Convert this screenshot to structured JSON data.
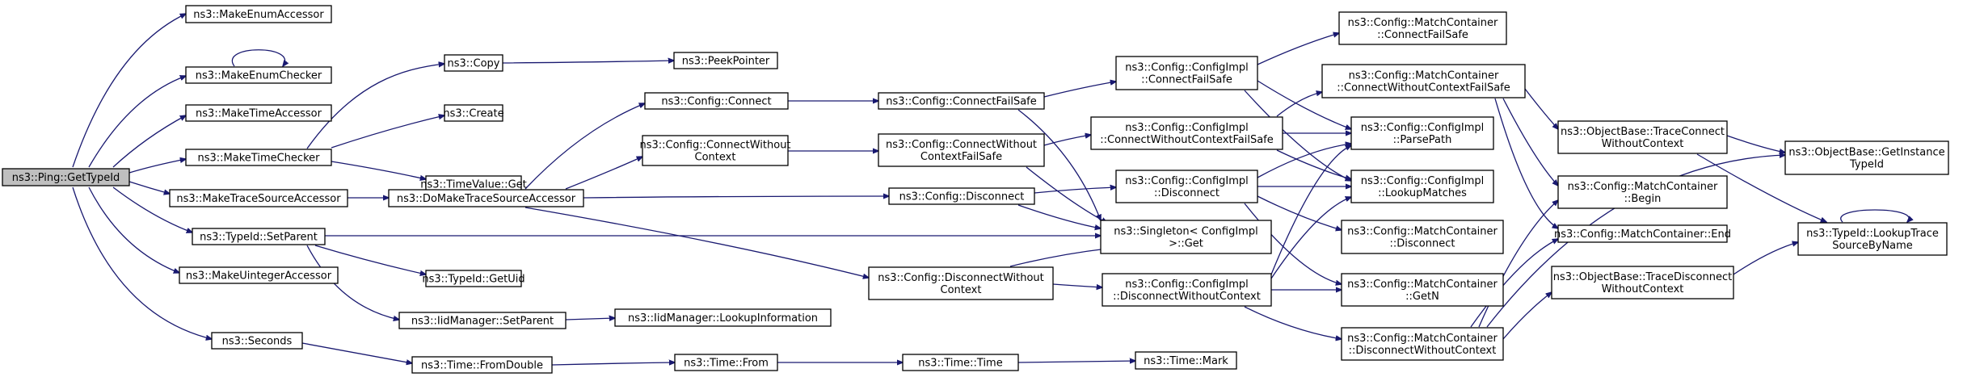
{
  "graph": {
    "colors": {
      "node_fill": "#ffffff",
      "root_fill": "#bfbfbf",
      "node_border": "#000000",
      "edge": "#191970"
    },
    "nodes": {
      "getTypeId": [
        "ns3::Ping::GetTypeId"
      ],
      "makeEnumAccessor": [
        "ns3::MakeEnumAccessor"
      ],
      "makeEnumChecker": [
        "ns3::MakeEnumChecker"
      ],
      "makeTimeAccessor": [
        "ns3::MakeTimeAccessor"
      ],
      "makeTimeChecker": [
        "ns3::MakeTimeChecker"
      ],
      "makeTraceSourceAccessor": [
        "ns3::MakeTraceSourceAccessor"
      ],
      "typeIdSetParent": [
        "ns3::TypeId::SetParent"
      ],
      "makeUintegerAccessor": [
        "ns3::MakeUintegerAccessor"
      ],
      "seconds": [
        "ns3::Seconds"
      ],
      "copy": [
        "ns3::Copy"
      ],
      "create": [
        "ns3::Create"
      ],
      "timeValueGet": [
        "ns3::TimeValue::Get"
      ],
      "doMakeTraceSourceAccessor": [
        "ns3::DoMakeTraceSourceAccessor"
      ],
      "typeIdGetUid": [
        "ns3::TypeId::GetUid"
      ],
      "iidManagerSetParent": [
        "ns3::IidManager::SetParent"
      ],
      "timeFromDouble": [
        "ns3::Time::FromDouble"
      ],
      "peekPointer": [
        "ns3::PeekPointer"
      ],
      "configConnect": [
        "ns3::Config::Connect"
      ],
      "configConnectWithoutContext": [
        "ns3::Config::ConnectWithout",
        "Context"
      ],
      "configDisconnectWithoutContext": [
        "ns3::Config::DisconnectWithout",
        "Context"
      ],
      "iidManagerLookupInformation": [
        "ns3::IidManager::LookupInformation"
      ],
      "timeFrom": [
        "ns3::Time::From"
      ],
      "configConnectFailSafe": [
        "ns3::Config::ConnectFailSafe"
      ],
      "configConnectWithoutContextFailSafe": [
        "ns3::Config::ConnectWithout",
        "ContextFailSafe"
      ],
      "configDisconnect": [
        "ns3::Config::Disconnect"
      ],
      "timeTime": [
        "ns3::Time::Time"
      ],
      "implConnectFailSafe": [
        "ns3::Config::ConfigImpl",
        "::ConnectFailSafe"
      ],
      "implConnectWithoutContextFailSafe": [
        "ns3::Config::ConfigImpl",
        "::ConnectWithoutContextFailSafe"
      ],
      "implDisconnect": [
        "ns3::Config::ConfigImpl",
        "::Disconnect"
      ],
      "singletonGet": [
        "ns3::Singleton< ConfigImpl",
        " >::Get"
      ],
      "implDisconnectWithoutContext": [
        "ns3::Config::ConfigImpl",
        "::DisconnectWithoutContext"
      ],
      "timeMark": [
        "ns3::Time::Mark"
      ],
      "mcConnectFailSafe": [
        "ns3::Config::MatchContainer",
        "::ConnectFailSafe"
      ],
      "mcConnectWithoutContextFailSafe": [
        "ns3::Config::MatchContainer",
        "::ConnectWithoutContextFailSafe"
      ],
      "implParsePath": [
        "ns3::Config::ConfigImpl",
        "::ParsePath"
      ],
      "implLookupMatches": [
        "ns3::Config::ConfigImpl",
        "::LookupMatches"
      ],
      "mcDisconnect": [
        "ns3::Config::MatchContainer",
        "::Disconnect"
      ],
      "mcGetN": [
        "ns3::Config::MatchContainer",
        "::GetN"
      ],
      "mcDisconnectWithoutContext": [
        "ns3::Config::MatchContainer",
        "::DisconnectWithoutContext"
      ],
      "objTraceConnectWithoutContext": [
        "ns3::ObjectBase::TraceConnect",
        "WithoutContext"
      ],
      "mcBegin": [
        "ns3::Config::MatchContainer",
        "::Begin"
      ],
      "mcEnd": [
        "ns3::Config::MatchContainer::End"
      ],
      "objTraceDisconnectWithoutContext": [
        "ns3::ObjectBase::TraceDisconnect",
        "WithoutContext"
      ],
      "objGetInstanceTypeId": [
        "ns3::ObjectBase::GetInstance",
        "TypeId"
      ],
      "typeIdLookupTraceSourceByName": [
        "ns3::TypeId::LookupTrace",
        "SourceByName"
      ]
    }
  }
}
